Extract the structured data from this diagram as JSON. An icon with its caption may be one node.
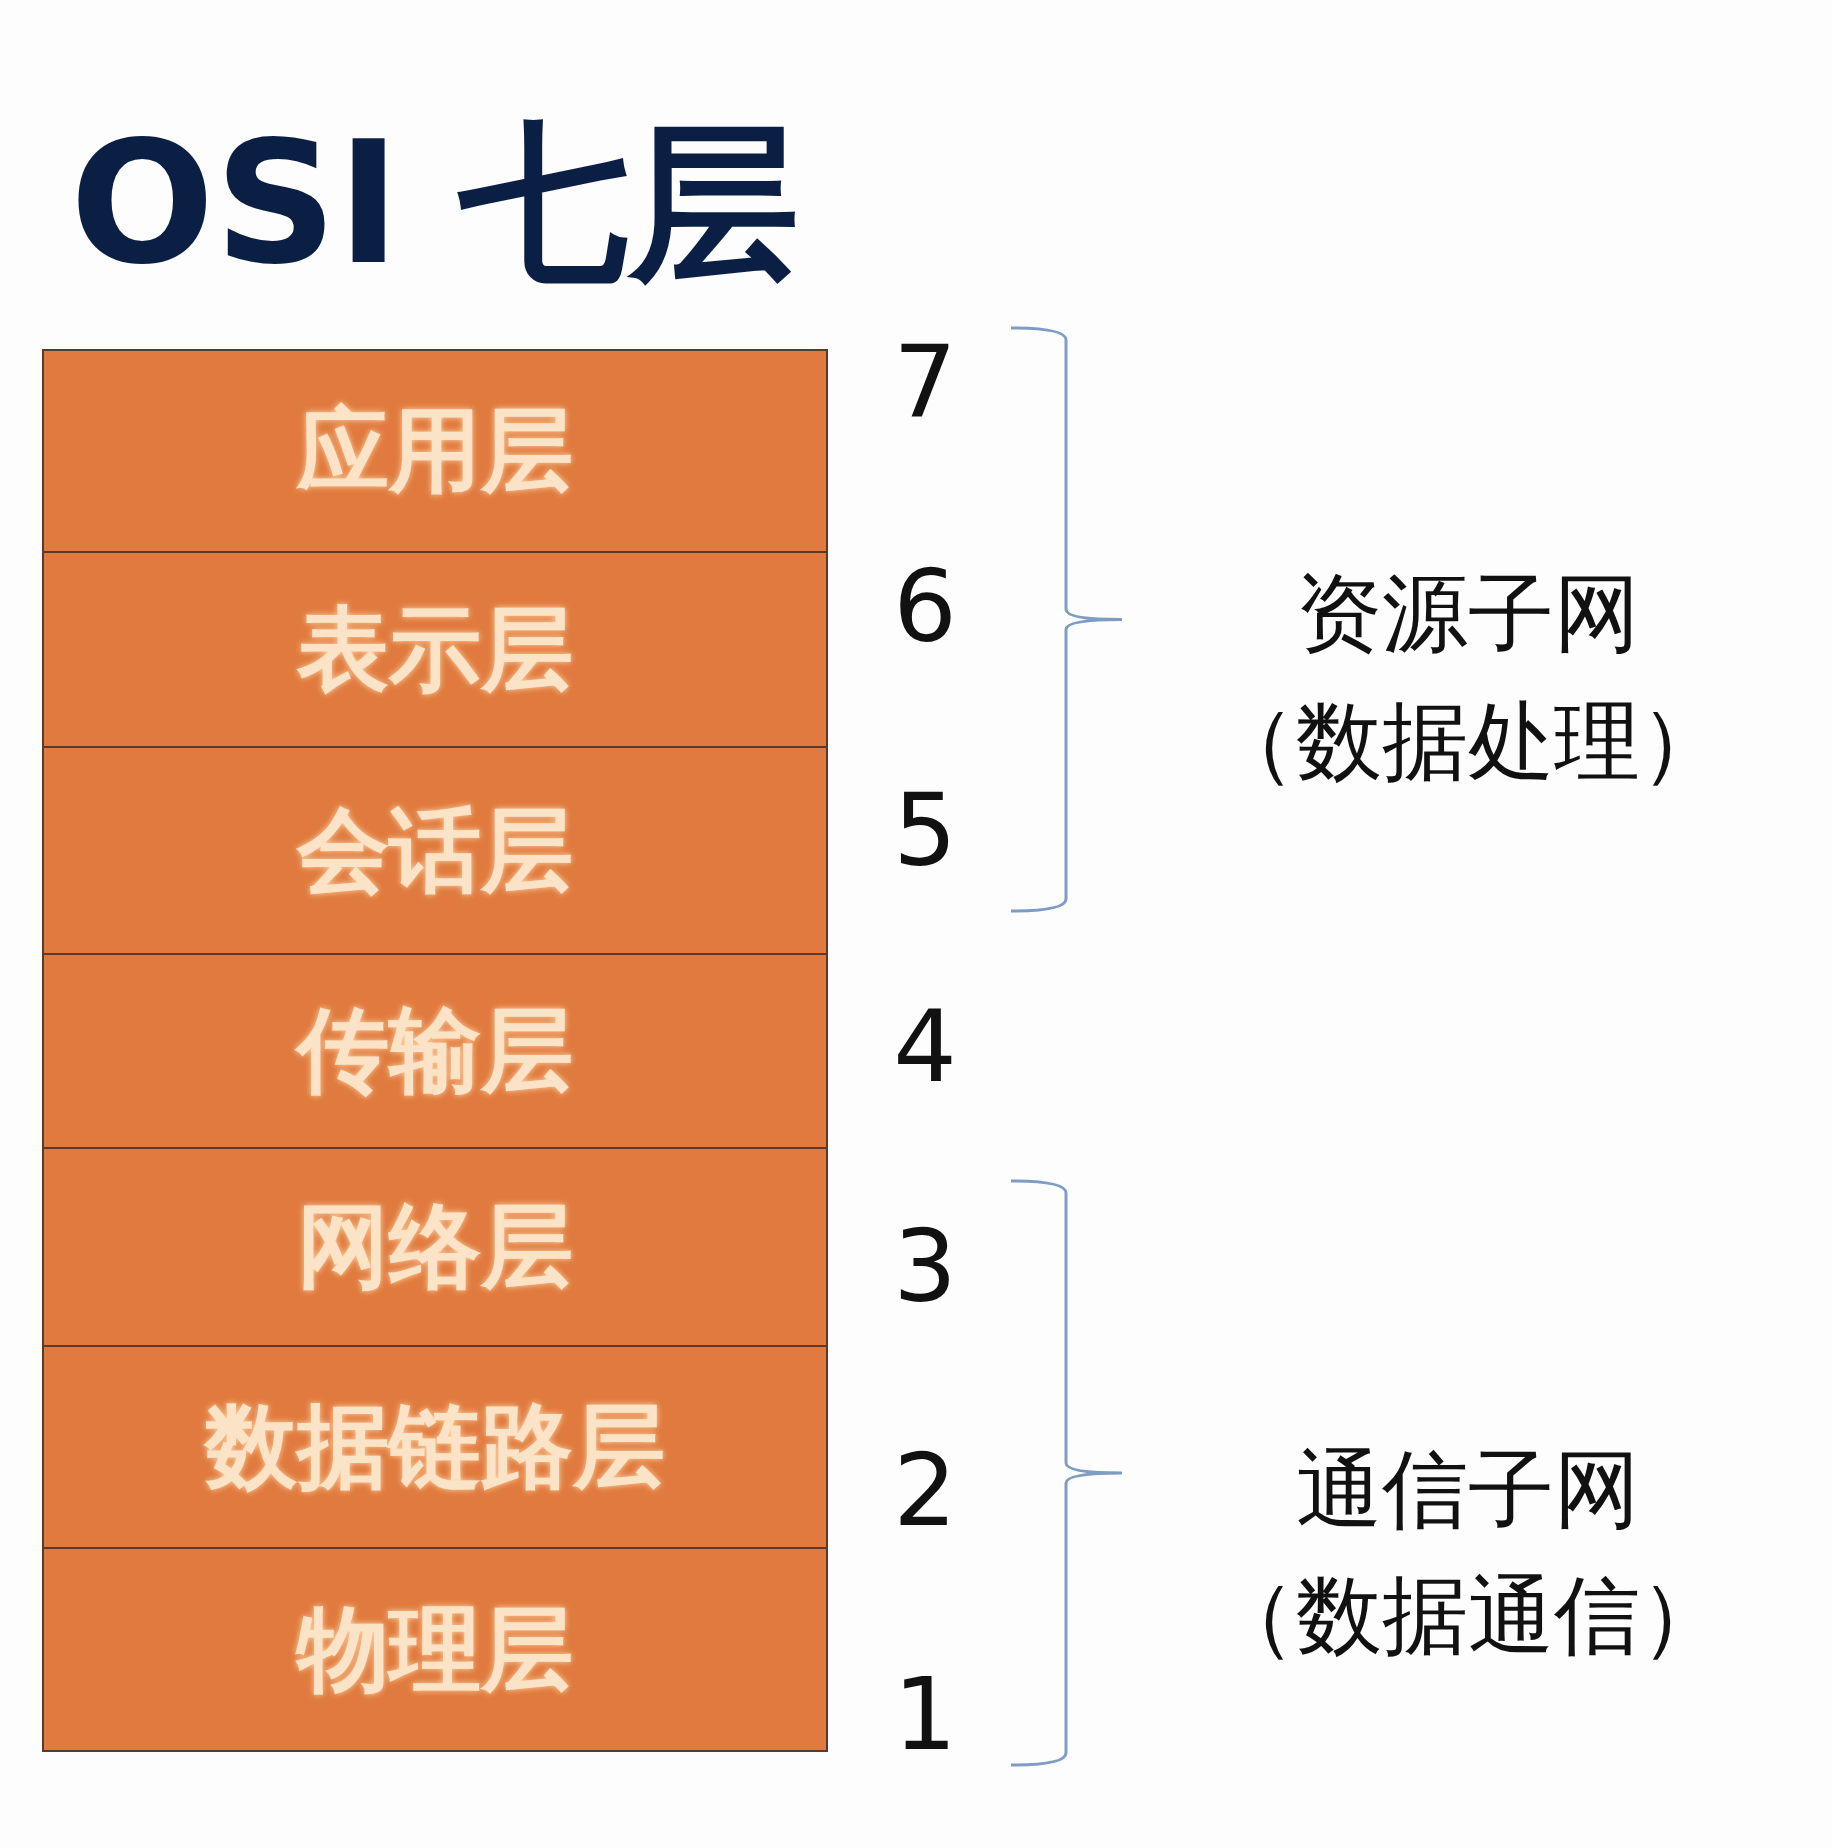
{
  "diagram": {
    "title": "OSI 七层",
    "nodes": [
      {
        "text": [
          "应用层"
        ],
        "beside": [
          "7"
        ]
      },
      {
        "text": [
          "表示层"
        ],
        "beside": [
          "6"
        ]
      },
      {
        "text": [
          "会话层"
        ],
        "beside": [
          "5"
        ]
      },
      {
        "text": [
          "传输层"
        ],
        "beside": [
          "4"
        ]
      },
      {
        "text": [
          "网络层"
        ],
        "beside": [
          "3"
        ]
      },
      {
        "text": [
          "数据链路层"
        ],
        "beside": [
          "2"
        ]
      },
      {
        "text": [
          "物理层"
        ],
        "beside": [
          "1"
        ]
      }
    ],
    "labels": [
      "资源子网",
      "（数据处理）",
      "通信子网",
      "（数据通信）"
    ]
  }
}
